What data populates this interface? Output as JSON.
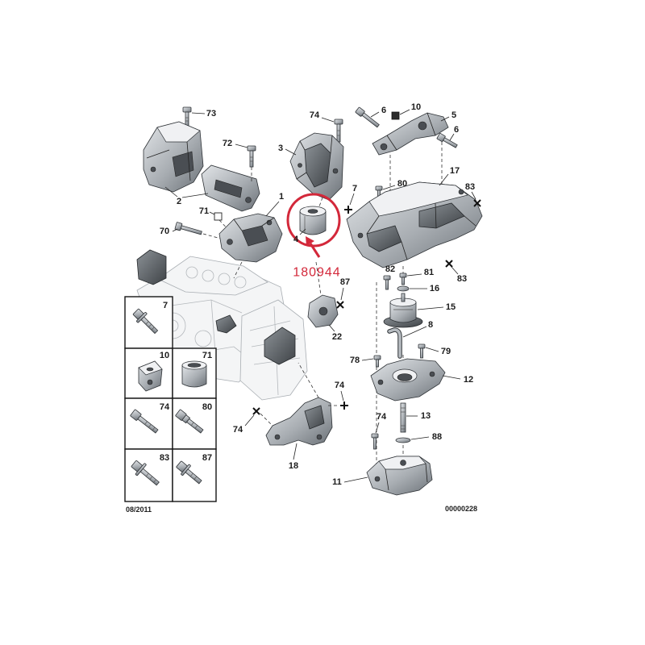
{
  "labels": {
    "p73": "73",
    "p72": "72",
    "p71": "71",
    "p70": "70",
    "p1": "1",
    "p2": "2",
    "p74_top": "74",
    "p3": "3",
    "p6_left": "6",
    "p10": "10",
    "p5": "5",
    "p6_right": "6",
    "p80": "80",
    "p17": "17",
    "p7": "7",
    "p83_top": "83",
    "p83_bottom": "83",
    "p4": "4",
    "p87": "87",
    "p22": "22",
    "p82": "82",
    "p81": "81",
    "p16": "16",
    "p15": "15",
    "p8": "8",
    "p78": "78",
    "p79": "79",
    "p12": "12",
    "p74_mid": "74",
    "p74_left": "74",
    "p18": "18",
    "p74_right": "74",
    "p13": "13",
    "p88": "88",
    "p11": "11"
  },
  "highlight": {
    "part_number": "180944"
  },
  "legend": {
    "cell_7": "7",
    "cell_10": "10",
    "cell_71": "71",
    "cell_74": "74",
    "cell_80": "80",
    "cell_83": "83",
    "cell_87": "87"
  },
  "footer": {
    "date": "08/2011",
    "reference": "00000228"
  },
  "colors": {
    "accent": "#d3283a",
    "ink": "#1c1c1c",
    "metal_light": "#e2e5e8",
    "metal_dark": "#6b7177"
  }
}
